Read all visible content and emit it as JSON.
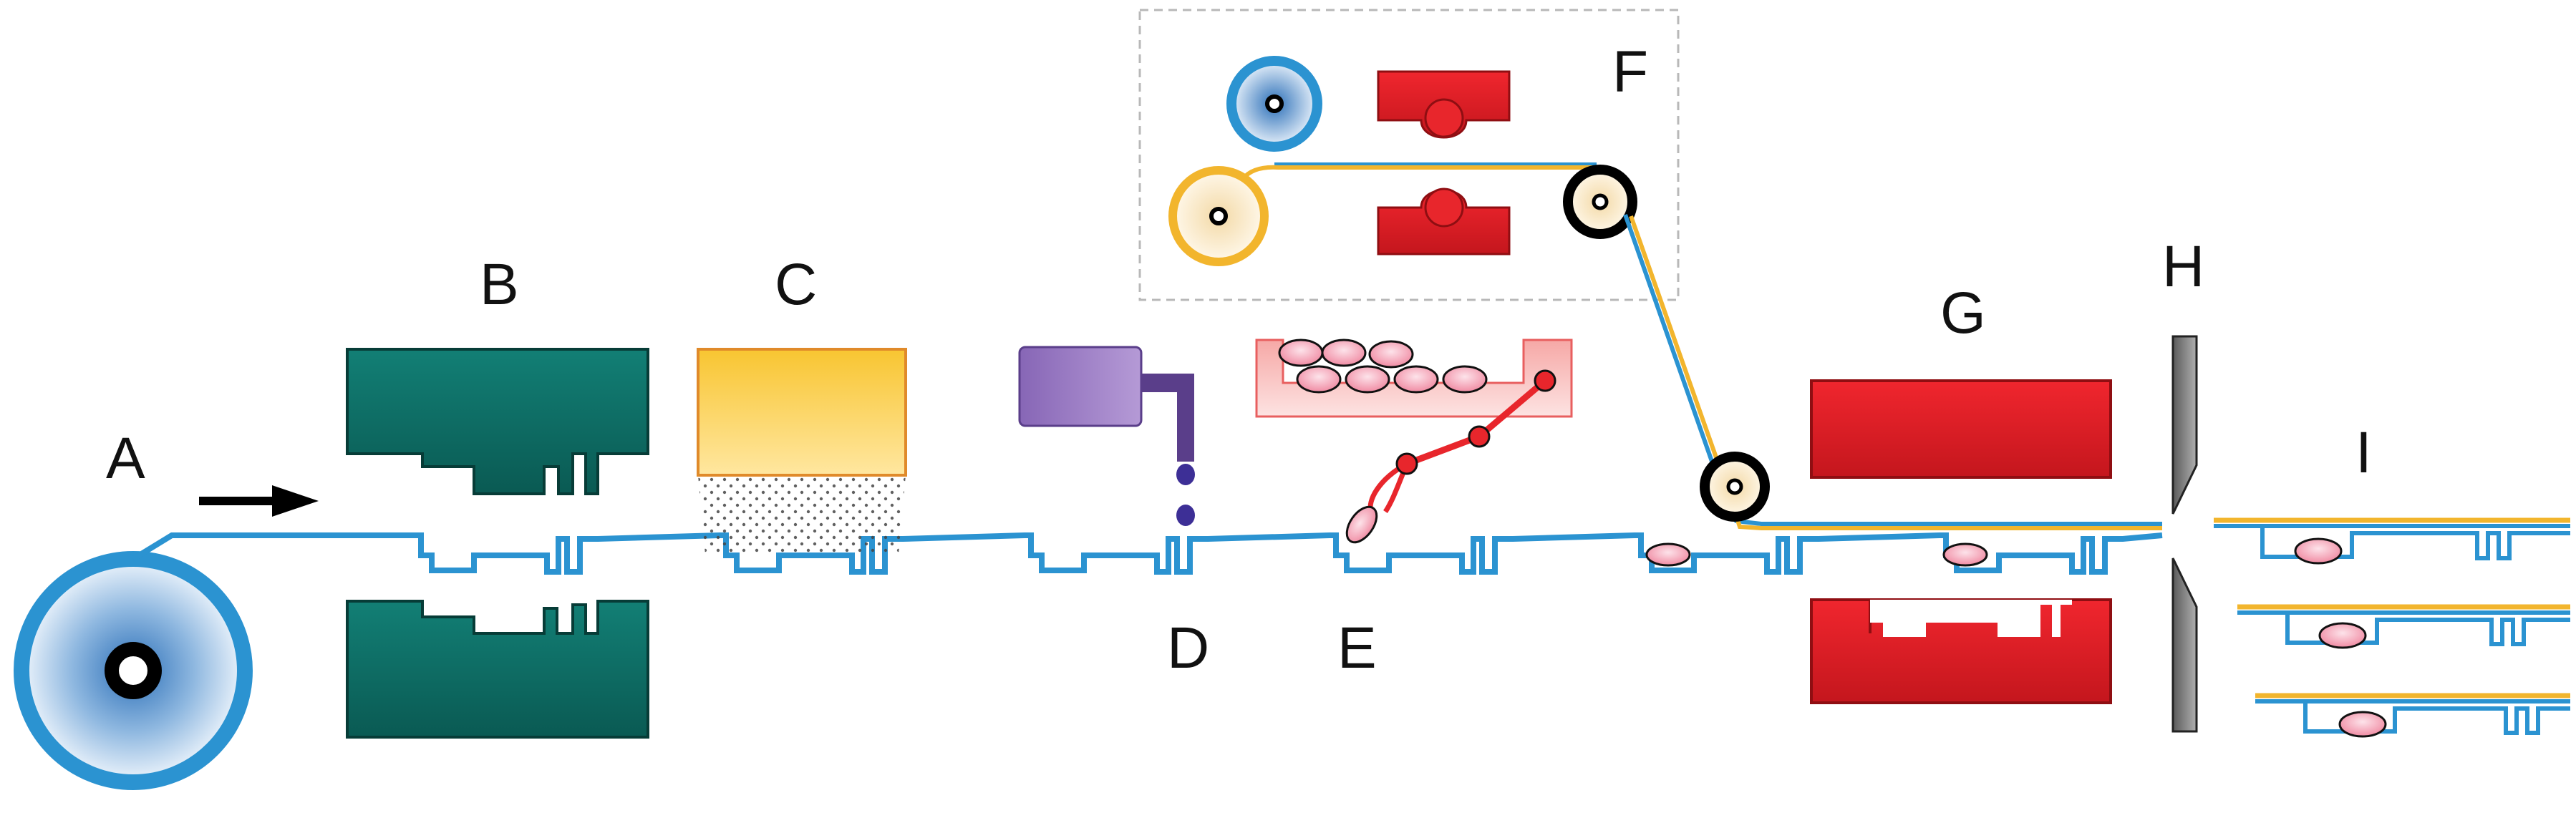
{
  "labels": {
    "a": "A",
    "b": "B",
    "c": "C",
    "d": "D",
    "e": "E",
    "f": "F",
    "g": "G",
    "h": "H",
    "i": "I"
  },
  "colors": {
    "film": "#2b93d1",
    "laminate": "#f2b52d",
    "forming_die": "#0b6f66",
    "heater": "#f7c744",
    "filler": "#7d5aa8",
    "product": "#f08aa2",
    "sealer": "#e3232b",
    "cutter": "#8a8a8a",
    "roller": "#111111"
  },
  "icons": {
    "roll": "film-roll-icon",
    "arrow": "direction-arrow-icon",
    "dispenser": "liquid-dispenser-icon",
    "placer": "robot-arm-icon",
    "cutter": "cutter-blade-icon"
  }
}
